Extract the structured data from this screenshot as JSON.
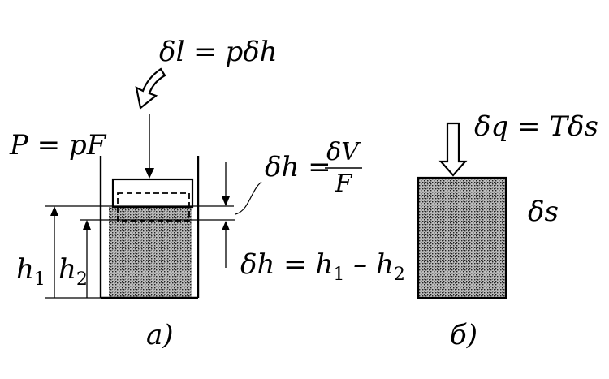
{
  "labels": {
    "work_formula": "δl = pδh",
    "force_formula": "P = pF",
    "dh_fraction_lhs": "δh =",
    "dh_fraction_num": "δV",
    "dh_fraction_den": "F",
    "dh_diff_pre": "δh = h",
    "dh_diff_sub1": "1",
    "dh_diff_mid": " – h",
    "dh_diff_sub2": "2",
    "h1_main": "h",
    "h1_sub": "1",
    "h2_main": "h",
    "h2_sub": "2",
    "part_a": "а)",
    "heat_formula": "δq = Tδs",
    "entropy": "δs",
    "part_b": "б)"
  },
  "colors": {
    "ink": "#000000",
    "stipple": "#555555",
    "background": "#ffffff"
  },
  "icons": {
    "work_arrow": "curved-hollow-arrow-icon",
    "heat_arrow": "hollow-down-arrow-icon"
  }
}
